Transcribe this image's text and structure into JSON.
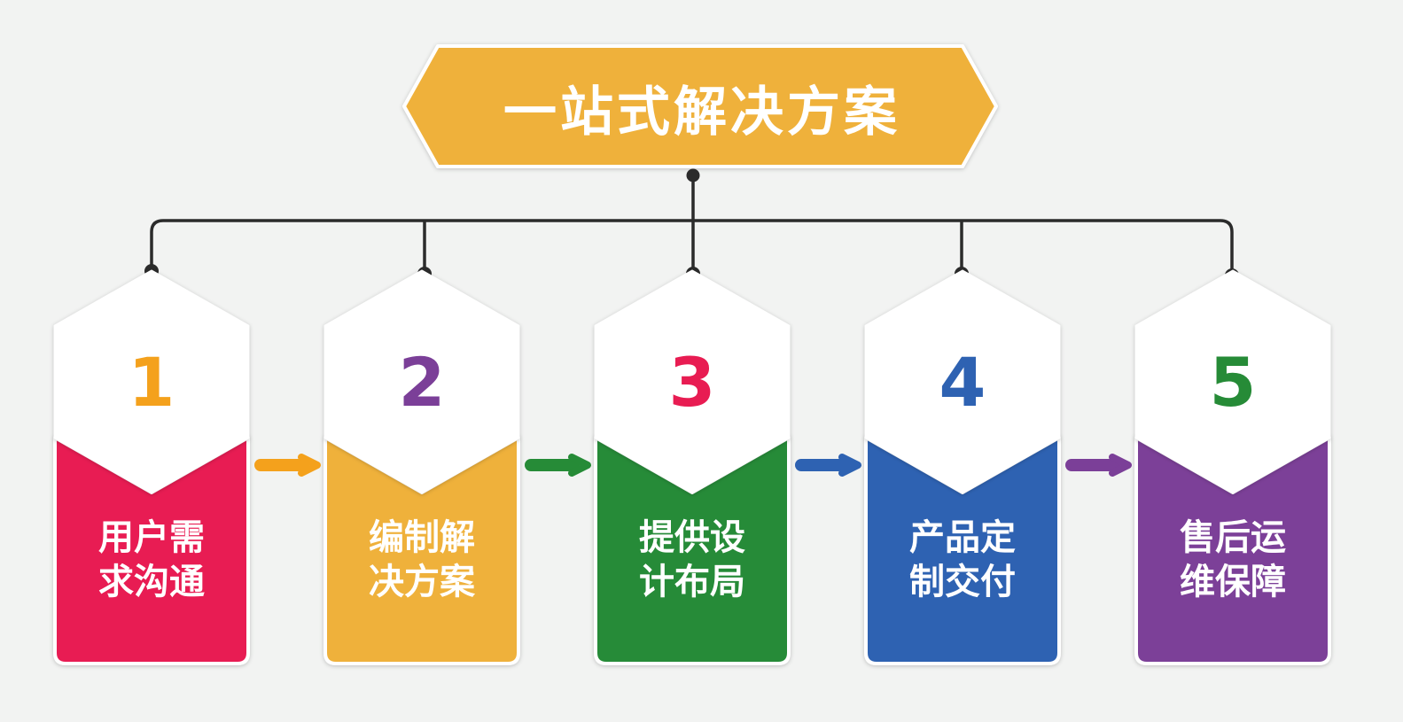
{
  "title": "一站式解决方案",
  "colors": {
    "title_fill": "#efb13b",
    "connector": "#2b2b2b",
    "background": "#f2f3f2"
  },
  "steps": [
    {
      "number": "1",
      "line1": "用户需",
      "line2": "求沟通",
      "color": "#e81c52",
      "number_color": "#f4a11c",
      "arrow_color": "#f4a11c"
    },
    {
      "number": "2",
      "line1": "编制解",
      "line2": "决方案",
      "color": "#efb13b",
      "number_color": "#7b3f98",
      "arrow_color": "#268b37"
    },
    {
      "number": "3",
      "line1": "提供设",
      "line2": "计布局",
      "color": "#268b37",
      "number_color": "#e81c52",
      "arrow_color": "#2e62b2"
    },
    {
      "number": "4",
      "line1": "产品定",
      "line2": "制交付",
      "color": "#2e62b2",
      "number_color": "#2e62b2",
      "arrow_color": "#7b3f98"
    },
    {
      "number": "5",
      "line1": "售后运",
      "line2": "维保障",
      "color": "#7b3f98",
      "number_color": "#268b37"
    }
  ]
}
